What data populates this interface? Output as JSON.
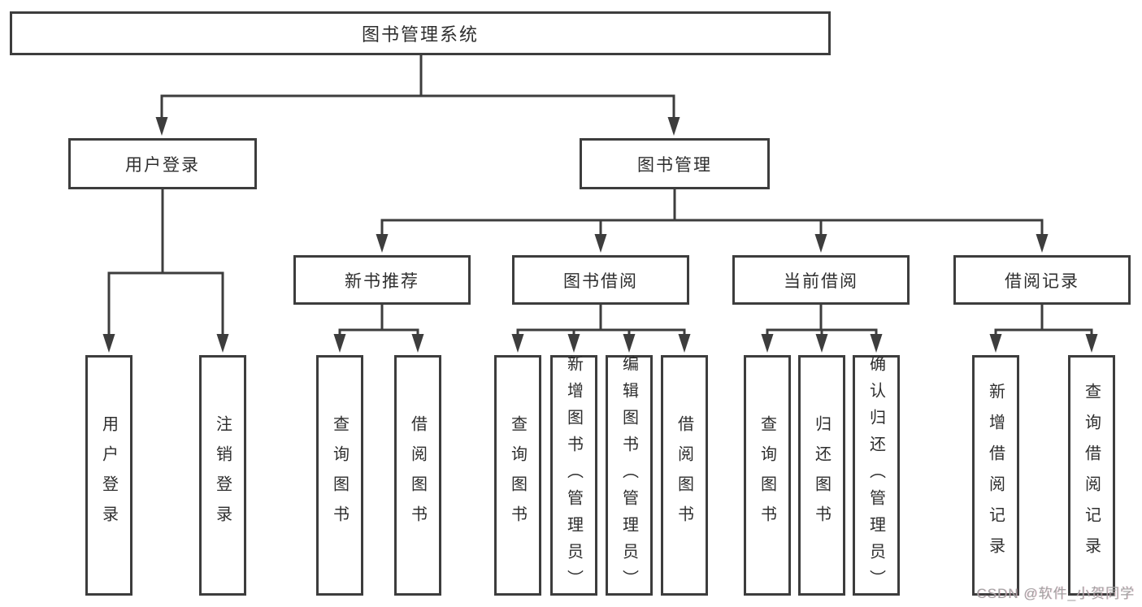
{
  "diagram": {
    "title": "图书管理系统",
    "nodes": {
      "root": "图书管理系统",
      "user_login": "用户登录",
      "book_mgmt": "图书管理",
      "new_book_rec": "新书推荐",
      "book_borrow": "图书借阅",
      "current_borrow": "当前借阅",
      "borrow_records": "借阅记录",
      "leaves": [
        "用户登录",
        "注销登录",
        "查询图书",
        "借阅图书",
        "查询图书",
        "新增图书（管理员）",
        "编辑图书（管理员）",
        "借阅图书",
        "查询图书",
        "归还图书",
        "确认归还（管理员）",
        "新增借阅记录",
        "查询借阅记录"
      ]
    },
    "hierarchy": {
      "图书管理系统": [
        "用户登录",
        "图书管理"
      ],
      "用户登录": [
        "用户登录",
        "注销登录"
      ],
      "图书管理": [
        "新书推荐",
        "图书借阅",
        "当前借阅",
        "借阅记录"
      ],
      "新书推荐": [
        "查询图书",
        "借阅图书"
      ],
      "图书借阅": [
        "查询图书",
        "新增图书（管理员）",
        "编辑图书（管理员）",
        "借阅图书"
      ],
      "当前借阅": [
        "查询图书",
        "归还图书",
        "确认归还（管理员）"
      ],
      "借阅记录": [
        "新增借阅记录",
        "查询借阅记录"
      ]
    }
  },
  "watermark": {
    "text": "CSDN @软件_小贺同学"
  },
  "colors": {
    "background": "#ffffff",
    "line": "#3d3d3d",
    "box_border": "#3d3d3d",
    "box_fill": "#ffffff",
    "text": "#2e2e2e",
    "watermark_text": "#a3a3a3"
  }
}
